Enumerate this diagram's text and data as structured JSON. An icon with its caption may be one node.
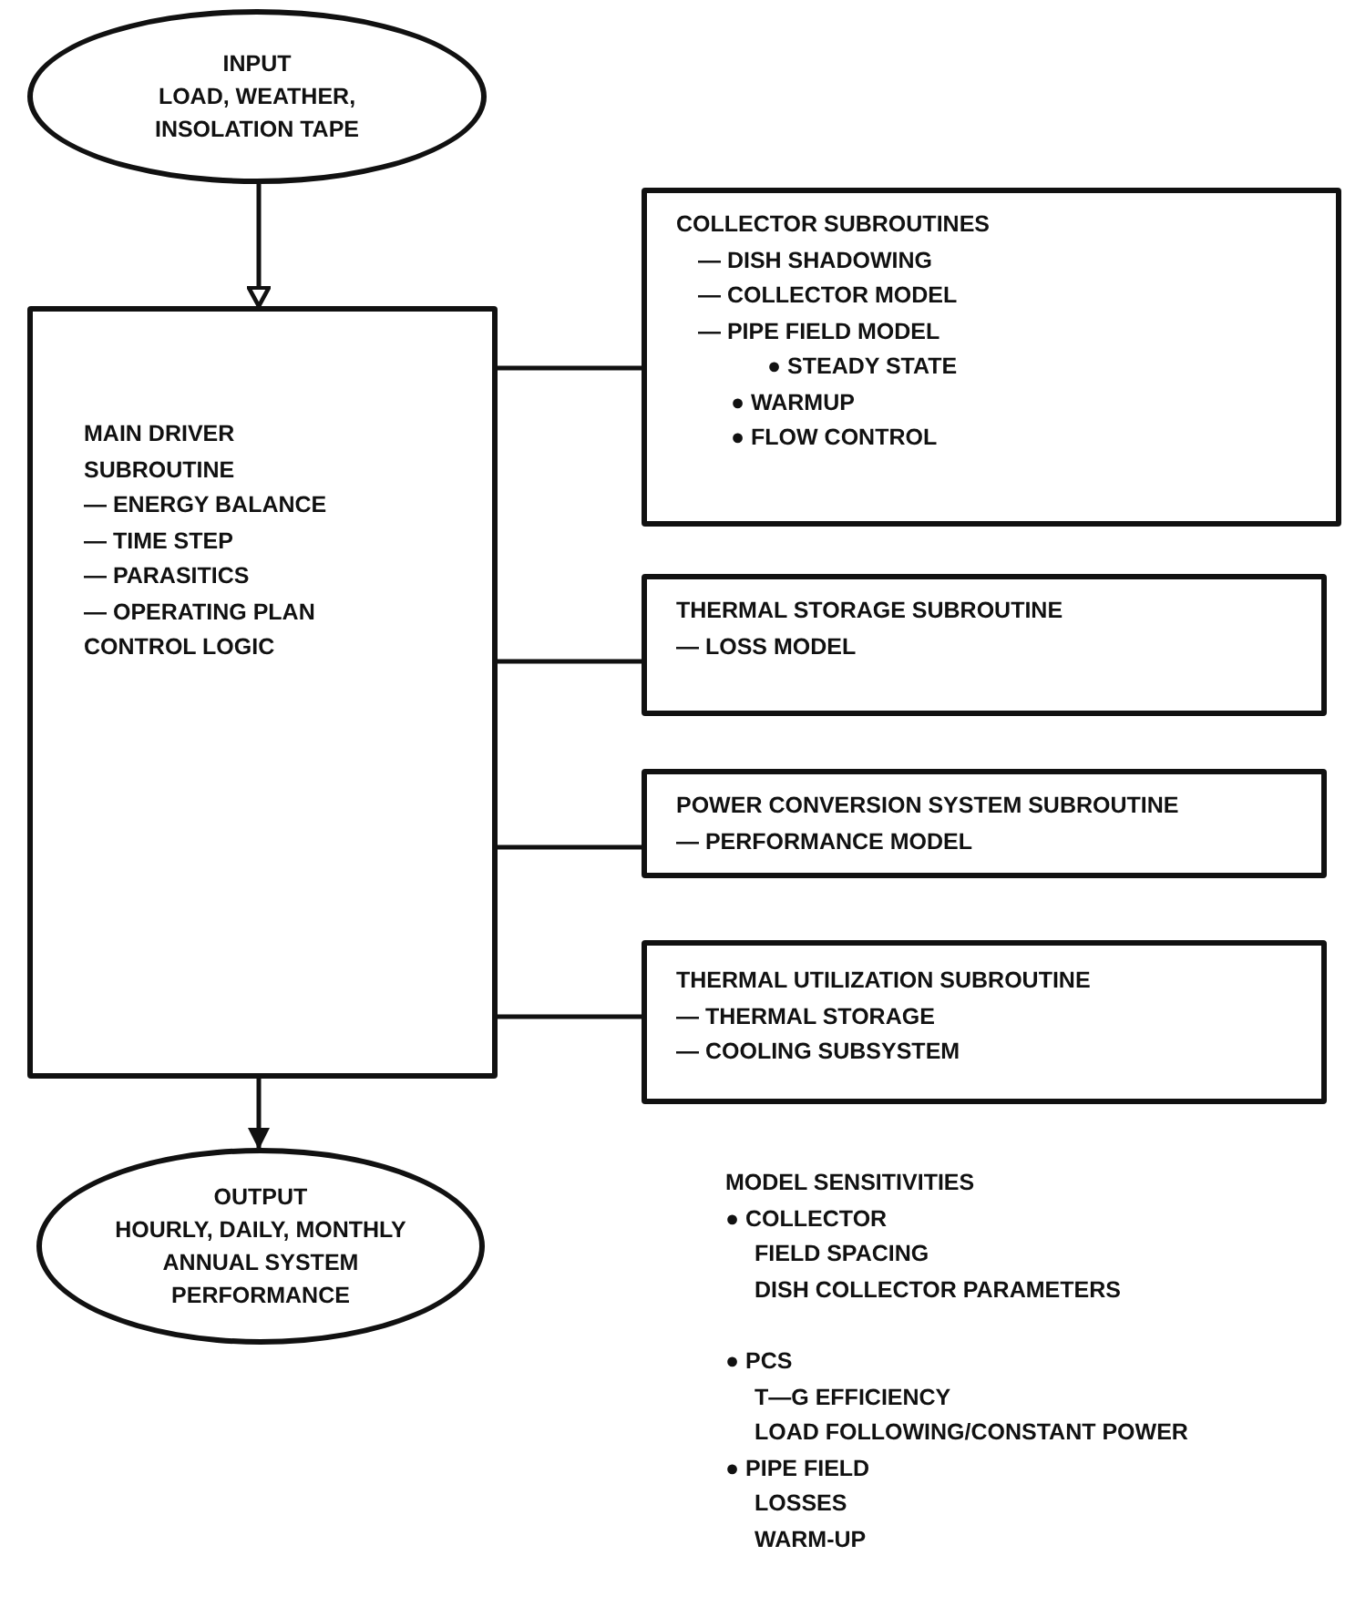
{
  "diagram": {
    "nodes": [
      {
        "text": [
          "INPUT",
          "LOAD, WEATHER, INSOLATION TAPE"
        ]
      },
      {
        "text": [
          "MAIN DRIVER SUBROUTINE",
          "— ENERGY BALANCE",
          "— TIME STEP",
          "— PARASITICS",
          "— OPERATING PLAN",
          "CONTROL LOGIC"
        ]
      },
      {
        "text": [
          "COLLECTOR SUBROUTINES",
          "— DISH SHADOWING",
          "— COLLECTOR MODEL",
          "— PIPE FIELD MODEL",
          "● STEADY STATE",
          "● WARMUP",
          "● FLOW CONTROL"
        ]
      },
      {
        "text": [
          "THERMAL STORAGE SUBROUTINE",
          "— LOSS MODEL"
        ]
      },
      {
        "text": [
          "POWER CONVERSION SYSTEM SUBROUTINE",
          "— PERFORMANCE MODEL"
        ]
      },
      {
        "text": [
          "THERMAL UTILIZATION SUBROUTINE",
          "— THERMAL STORAGE",
          "— COOLING SUBSYSTEM"
        ]
      },
      {
        "text": [
          "OUTPUT",
          "HOURLY, DAILY, MONTHLY ANNUAL SYSTEM PERFORMANCE"
        ]
      }
    ],
    "edges": [
      {
        "from": 0,
        "to": 1,
        "arrow": "to"
      },
      {
        "from": 1,
        "to": 2,
        "arrow": "none"
      },
      {
        "from": 1,
        "to": 3,
        "arrow": "none"
      },
      {
        "from": 1,
        "to": 4,
        "arrow": "none"
      },
      {
        "from": 1,
        "to": 5,
        "arrow": "none"
      },
      {
        "from": 1,
        "to": 6,
        "arrow": "to"
      }
    ],
    "labels": [
      "MODEL SENSITIVITIES",
      "● COLLECTOR",
      "FIELD SPACING",
      "DISH COLLECTOR PARAMETERS",
      "● PCS",
      "T—G EFFICIENCY",
      "LOAD FOLLOWING/CONSTANT POWER",
      "● PIPE FIELD",
      "LOSSES",
      "WARM-UP"
    ]
  }
}
